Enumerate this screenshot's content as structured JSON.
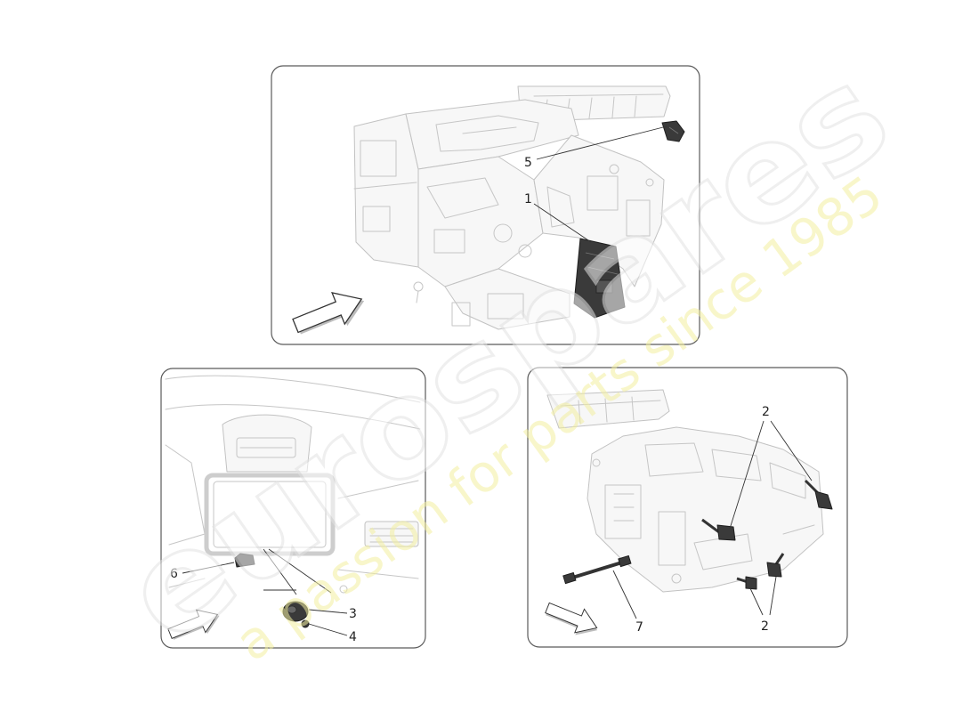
{
  "diagram": {
    "panels": [
      {
        "callouts": [
          "5",
          "1"
        ]
      },
      {
        "callouts": [
          "6",
          "3",
          "4"
        ]
      },
      {
        "callouts": [
          "2",
          "7",
          "2"
        ]
      }
    ]
  },
  "watermark": {
    "brand": "eurospares",
    "tagline": "a passion for parts since 1985"
  },
  "colors": {
    "line_art": "#c6c6c6",
    "component": "#3a3a3a",
    "callout_text": "#222222",
    "panel_border": "#5a5a5a",
    "watermark_brand": "#e2e2e2",
    "watermark_tagline": "#f3efa0"
  }
}
